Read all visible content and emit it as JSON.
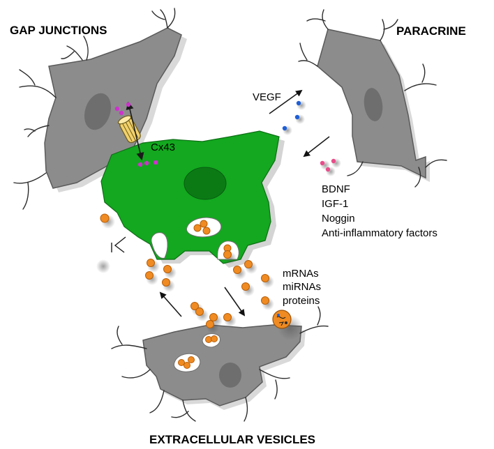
{
  "labels": {
    "gap_junctions": "GAP JUNCTIONS",
    "paracrine": "PARACRINE",
    "extracellular_vesicles": "EXTRACELLULAR VESICLES",
    "cx43": "Cx43",
    "vegf": "VEGF",
    "bdnf": "BDNF",
    "igf1": "IGF-1",
    "noggin": "Noggin",
    "anti_inflammatory": "Anti-inflammatory factors",
    "mrnas": "mRNAs",
    "mirnas": "miRNAs",
    "proteins": "proteins"
  },
  "colors": {
    "green_cell": "#13a81f",
    "green_nucleus": "#0b7a15",
    "grey_cell": "#8c8c8c",
    "purple_molecules": "#cc33cc",
    "blue_vesicles": "#1f5fd6",
    "pink_vesicles": "#e84d8a",
    "orange_vesicles": "#ef8b22",
    "channel_yellow": "#f2d16b"
  }
}
